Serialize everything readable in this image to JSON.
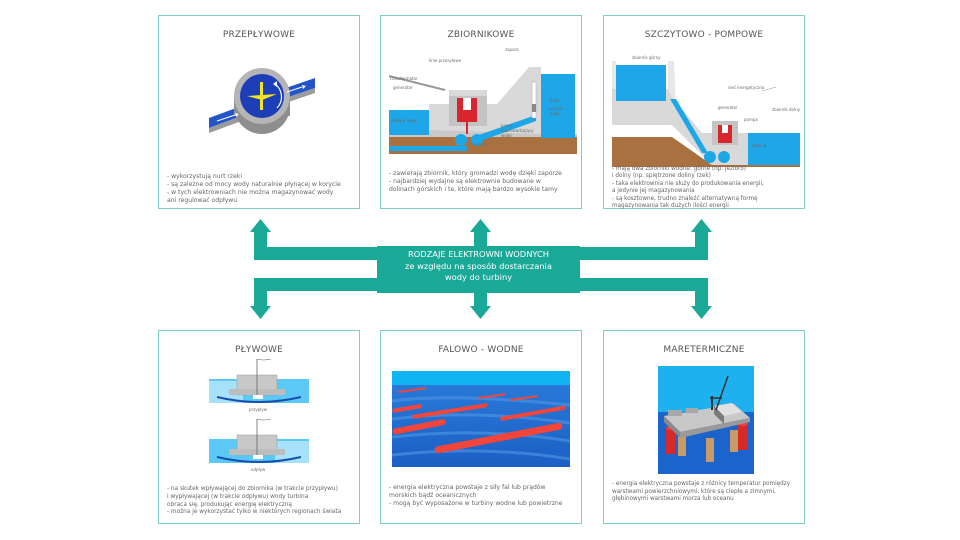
{
  "title": {
    "line1": "RODZAJE ELEKTROWNI WODNYCH",
    "line2": "ze względu na sposób dostarczania",
    "line3": "wody do turbiny"
  },
  "colors": {
    "teal": "#1aa897",
    "border": "#7fcdc4",
    "water": "#1ea7e8",
    "ground": "#a9713f",
    "concrete": "#d9d9d9",
    "generator_red": "#d9252e",
    "wave_sea": "#1f6fd1",
    "wave_buoy": "#f4453a"
  },
  "cards": [
    {
      "id": "przeplywowe",
      "title": "PRZEPŁYWOWE",
      "icon": "river-flow-turbine-icon",
      "text": "- wykorzystują nurt rzeki\n- są zależne od mocy wody naturalnie płynącej w korycie\n- w tych elektrowniach nie można magazynować wody\n  ani regulować odpływu"
    },
    {
      "id": "zbiornikowe",
      "title": "ZBIORNIKOWE",
      "icon": "reservoir-dam-diagram",
      "labels": {
        "lines": "linie przesyłowe",
        "dam": "zapora",
        "transformer": "transformator",
        "generator": "generator",
        "outflow": "odpływ wody",
        "turbine": "turbina",
        "channel": "kanał doprowadzający wodę",
        "sluice": "śluza",
        "water_level": "poziom wody"
      },
      "text": "- zawierają zbiornik, który gromadzi wodę dzięki zaporze\n- najbardziej wydajne są elektrownie budowane w\n  dolinach górskich i te, które mają bardzo wysokie tamy"
    },
    {
      "id": "szczytowo-pompowe",
      "title": "SZCZYTOWO - POMPOWE",
      "icon": "pumped-storage-diagram",
      "labels": {
        "upper": "zbiornik górny",
        "grid": "sieć energetyczna",
        "generator": "generator",
        "pump": "pompa",
        "lower": "zbiornik dolny",
        "turbine": "turbina"
      },
      "text": "- mają dwa zbiorniki wodne: górne (np. jezioro)\ni dolny (np. spiętrzone doliny rzek)\n- taka elektrownia nie służy do produkowania energii,\na jedynie jej magazynowania\n- są kosztowne, trudno znaleźć alternatywną formę\nmagazynowania tak dużych ilości energii"
    },
    {
      "id": "plywowe",
      "title": "PŁYWOWE",
      "icon": "tidal-plant-diagram",
      "labels": {
        "inflow": "przypływ",
        "outflow": "odpływ"
      },
      "text": "- na skutek wpływającej do zbiornika (w trakcie przypływu)\ni wypływającej (w trakcie odpływu) wody turbina\nobraca się, produkując energię elektryczną\n- można je wykorzystać tylko w niektórych regionach świata"
    },
    {
      "id": "falowo-wodne",
      "title": "FALOWO - WODNE",
      "icon": "wave-energy-buoys-illustration",
      "text": "- energia elektryczna powstaje z siły fal lub prądów\n  morskich bądź oceanicznych\n- mogą być wyposażone w turbiny wodne lub powietrzne"
    },
    {
      "id": "maretermiczne",
      "title": "MARETERMICZNE",
      "icon": "ocean-thermal-platform-illustration",
      "text": "- energia elektryczna powstaje z różnicy temperatur pomiędzy\nwarstwami powierzchniowymi, które są ciepłe a zimnymi,\ngłębinowymi warstwami morza lub oceanu"
    }
  ]
}
